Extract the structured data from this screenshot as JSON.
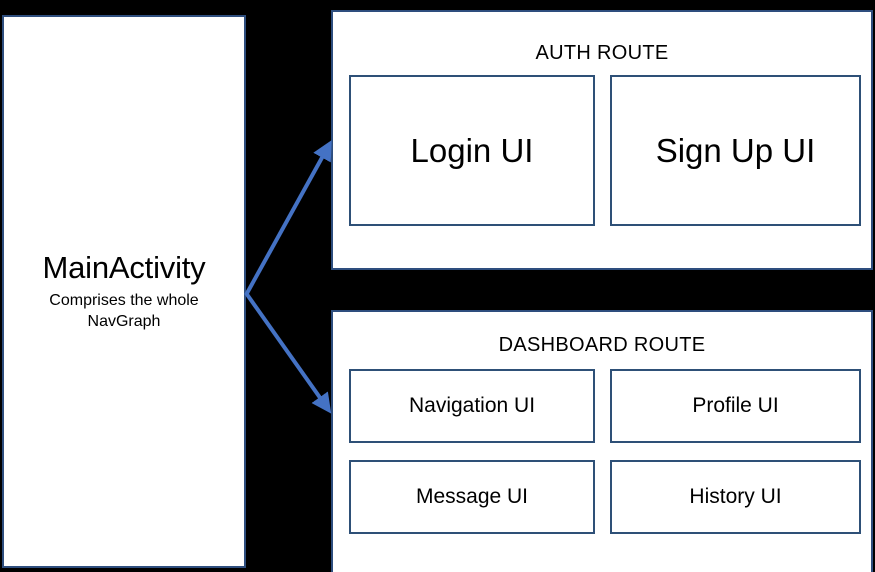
{
  "diagram": {
    "background_color": "#000000",
    "box_border_color": "#2E5077",
    "panel_border_color": "#2E4E7E",
    "arrow_color": "#4472C4",
    "box_fill_color": "#FFFFFF"
  },
  "main_activity": {
    "title": "MainActivity",
    "subtitle": "Comprises the whole NavGraph"
  },
  "routes": [
    {
      "title": "AUTH ROUTE",
      "screens": [
        {
          "label": "Login UI"
        },
        {
          "label": "Sign Up UI"
        }
      ]
    },
    {
      "title": "DASHBOARD ROUTE",
      "screens": [
        {
          "label": "Navigation UI"
        },
        {
          "label": "Profile UI"
        },
        {
          "label": "Message UI"
        },
        {
          "label": "History UI"
        }
      ]
    }
  ],
  "connectors": [
    {
      "name": "main-activity-to-auth-route",
      "direction": "up-right"
    },
    {
      "name": "main-activity-to-dashboard-route",
      "direction": "down-right"
    }
  ]
}
